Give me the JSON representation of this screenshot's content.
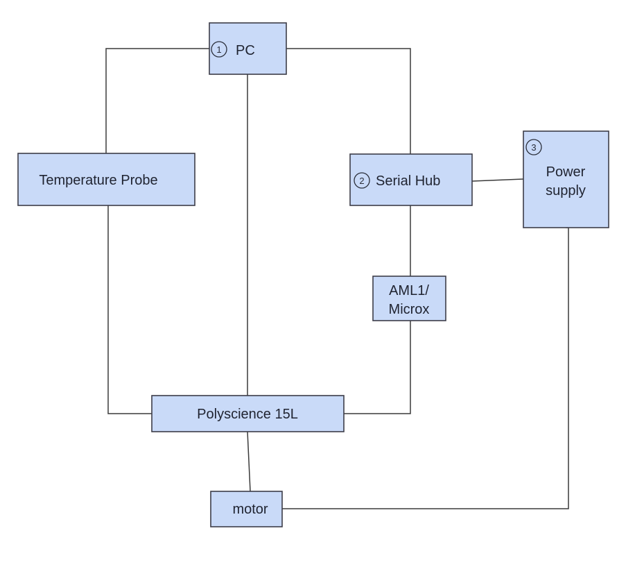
{
  "diagram": {
    "type": "block-diagram",
    "nodes": [
      {
        "id": "pc",
        "lines": [
          "PC"
        ],
        "badge": "1"
      },
      {
        "id": "temperature-probe",
        "lines": [
          "Temperature Probe"
        ],
        "badge": null
      },
      {
        "id": "serial-hub",
        "lines": [
          "Serial Hub"
        ],
        "badge": "2"
      },
      {
        "id": "power-supply",
        "lines": [
          "Power",
          "supply"
        ],
        "badge": "3"
      },
      {
        "id": "aml1-microx",
        "lines": [
          "AML1/",
          "Microx"
        ],
        "badge": null
      },
      {
        "id": "polyscience",
        "lines": [
          "Polyscience 15L"
        ],
        "badge": null
      },
      {
        "id": "motor",
        "lines": [
          "motor"
        ],
        "badge": null
      }
    ],
    "edges": [
      {
        "from": "pc",
        "to": "temperature-probe"
      },
      {
        "from": "pc",
        "to": "polyscience"
      },
      {
        "from": "pc",
        "to": "serial-hub"
      },
      {
        "from": "serial-hub",
        "to": "power-supply"
      },
      {
        "from": "serial-hub",
        "to": "aml1-microx"
      },
      {
        "from": "aml1-microx",
        "to": "polyscience"
      },
      {
        "from": "temperature-probe",
        "to": "polyscience"
      },
      {
        "from": "polyscience",
        "to": "motor"
      },
      {
        "from": "power-supply",
        "to": "motor"
      }
    ],
    "colors": {
      "node_fill": "#c9daf8",
      "node_border": "#3c3c48",
      "edge": "#3a3a3a",
      "text": "#1f2330"
    }
  }
}
